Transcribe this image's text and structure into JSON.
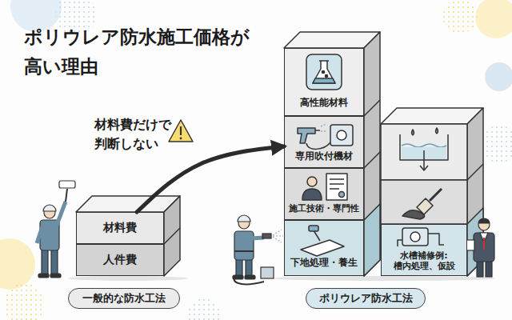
{
  "diagram": {
    "title": "ポリウレア防水施工価格が 高い理由",
    "nodes": [
      {
        "text": [
          "材料費"
        ]
      },
      {
        "text": [
          "人件費"
        ]
      },
      {
        "text": [
          "一般的な防水工法"
        ]
      },
      {
        "text": [
          "高性能材料"
        ]
      },
      {
        "text": [
          "専用吹付機材"
        ]
      },
      {
        "text": [
          "施工技術・専門性"
        ]
      },
      {
        "text": [
          "下地処理・養生"
        ]
      },
      {
        "text": [
          "水槽補修例: 槽内処理、仮設"
        ]
      },
      {
        "text": [
          "ポリウレア防水工法"
        ]
      }
    ],
    "edges": [
      {
        "from": 0,
        "to": 4,
        "arrow": "to"
      }
    ],
    "labels": [
      "材料費だけで 判断しない"
    ]
  }
}
